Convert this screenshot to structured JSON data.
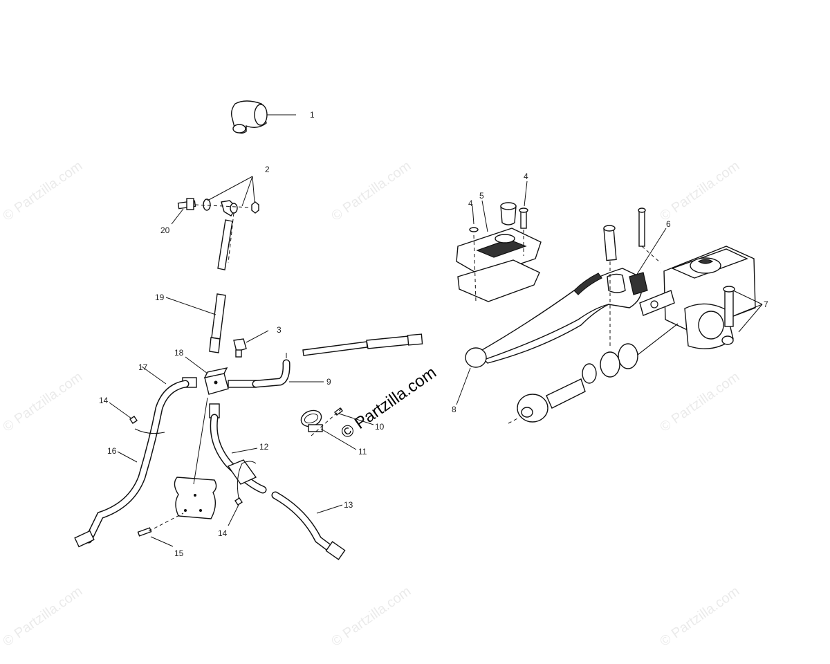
{
  "watermark": {
    "text": "© Partzilla.com",
    "main_text": "© Partzilla.com"
  },
  "callouts": [
    {
      "id": "1",
      "label": "1"
    },
    {
      "id": "2",
      "label": "2"
    },
    {
      "id": "3",
      "label": "3"
    },
    {
      "id": "4a",
      "label": "4"
    },
    {
      "id": "4b",
      "label": "4"
    },
    {
      "id": "5",
      "label": "5"
    },
    {
      "id": "6",
      "label": "6"
    },
    {
      "id": "7",
      "label": "7"
    },
    {
      "id": "8",
      "label": "8"
    },
    {
      "id": "9",
      "label": "9"
    },
    {
      "id": "10",
      "label": "10"
    },
    {
      "id": "11",
      "label": "11"
    },
    {
      "id": "12",
      "label": "12"
    },
    {
      "id": "13",
      "label": "13"
    },
    {
      "id": "14a",
      "label": "14"
    },
    {
      "id": "14b",
      "label": "14"
    },
    {
      "id": "15",
      "label": "15"
    },
    {
      "id": "16",
      "label": "16"
    },
    {
      "id": "17",
      "label": "17"
    },
    {
      "id": "18",
      "label": "18"
    },
    {
      "id": "19",
      "label": "19"
    },
    {
      "id": "20",
      "label": "20"
    }
  ]
}
